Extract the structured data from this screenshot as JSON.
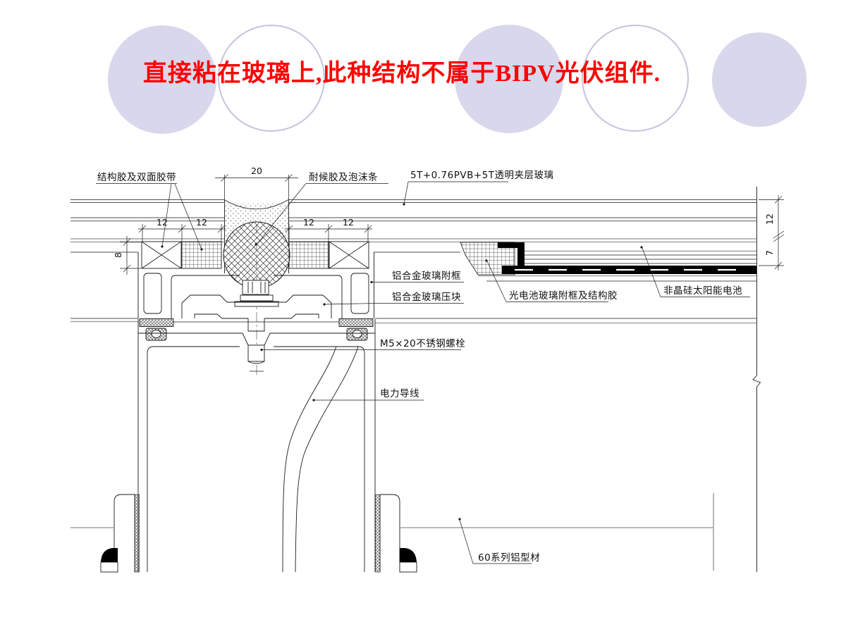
{
  "slide": {
    "title": "直接粘在玻璃上,此种结构不属于BIPV光伏组件.",
    "title_color": "#ff0000",
    "decor_circle_fill": "#d8d7ec",
    "decor_circle_stroke": "#c4c4de"
  },
  "drawing": {
    "line_color": "#1a1a1a",
    "gray_line_color": "#a3a3a3",
    "labels": {
      "structural_tape": "结构胶及双面胶带",
      "weather_seal": "耐候胶及泡沫条",
      "glass": "5T+0.76PVB+5T透明夹层玻璃",
      "sub_frame": "铝合金玻璃附框",
      "pressure_block": "铝合金玻璃压块",
      "pv_frame": "光电池玻璃附框及结构胶",
      "solar_cell": "非晶硅太阳能电池",
      "bolt": "M5×20不锈钢螺栓",
      "wire": "电力导线",
      "profile60": "60系列铝型材"
    },
    "dims": {
      "joint_width": "20",
      "tape_a": "12",
      "tape_b": "12",
      "tape_c": "12",
      "tape_d": "12",
      "seal_height": "8",
      "glass_right": "12",
      "pv_right": "7"
    }
  }
}
